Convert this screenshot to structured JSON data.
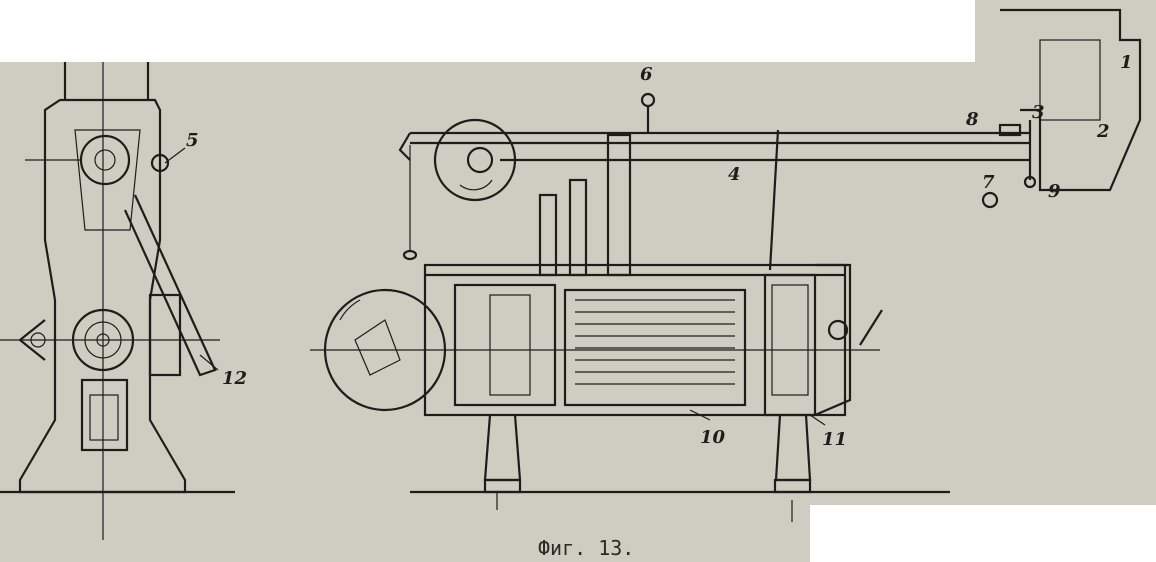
{
  "figure": {
    "caption": "Фиг. 13.",
    "labels": [
      "1",
      "2",
      "3",
      "4",
      "5",
      "6",
      "7",
      "8",
      "9",
      "10",
      "11",
      "12"
    ],
    "colors": {
      "paper": "#cfccc1",
      "ink": "#1e1d1a",
      "background": "#ffffff"
    }
  }
}
